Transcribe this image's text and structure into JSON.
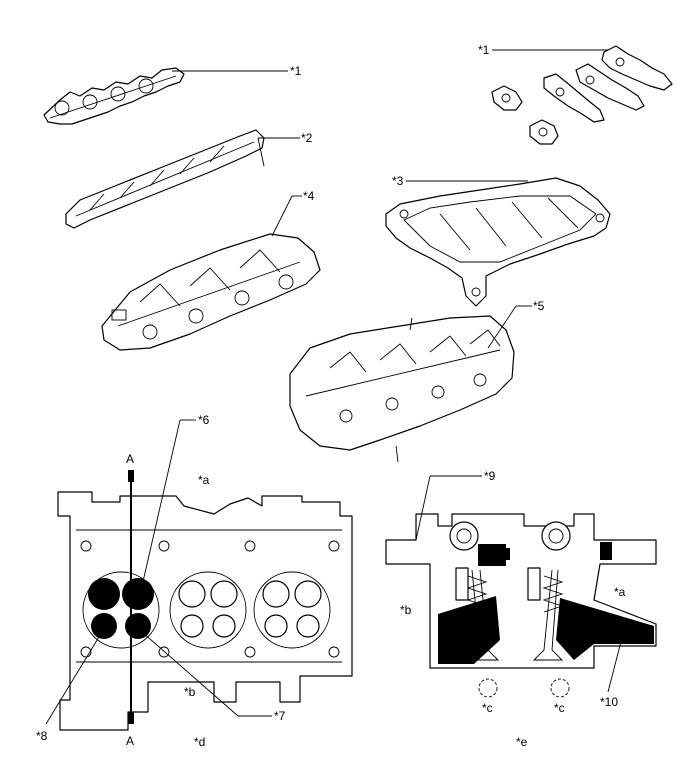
{
  "labels": {
    "l1a": "*1",
    "l1b": "*1",
    "l2": "*2",
    "l3": "*3",
    "l4": "*4",
    "l5": "*5",
    "l6": "*6",
    "l7": "*7",
    "l8": "*8",
    "l9": "*9",
    "l10": "*10",
    "a1": "*a",
    "a2": "*a",
    "b1": "*b",
    "b2": "*b",
    "c1": "*c",
    "c2": "*c",
    "d": "*d",
    "e": "*e",
    "secTop": "A",
    "secBottom": "A"
  }
}
